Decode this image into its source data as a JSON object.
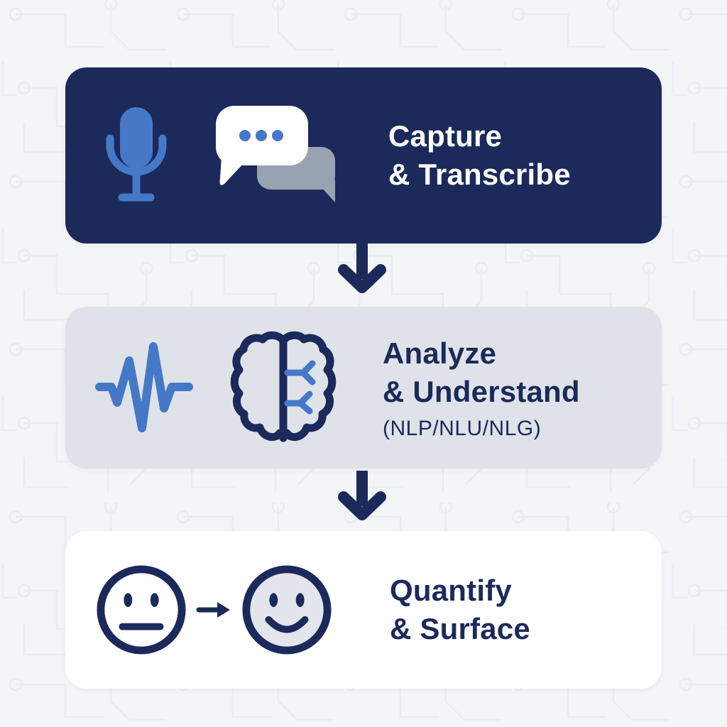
{
  "colors": {
    "navy": "#1b2a5a",
    "blue": "#4678c8",
    "white": "#ffffff",
    "card2_bg": "#dfe2e8",
    "gray_bubble": "#99a2b0",
    "face_fill": "#e2e5eb",
    "page_bg": "#f4f5f7",
    "circuit_line": "#e7eaef"
  },
  "steps": [
    {
      "title_line1": "Capture",
      "title_line2": "& Transcribe",
      "subtitle": "",
      "icons": [
        "microphone-icon",
        "chat-bubbles-icon"
      ]
    },
    {
      "title_line1": "Analyze",
      "title_line2": "& Understand",
      "subtitle": "(NLP/NLU/NLG)",
      "icons": [
        "waveform-icon",
        "brain-icon"
      ]
    },
    {
      "title_line1": "Quantify",
      "title_line2": "& Surface",
      "subtitle": "",
      "icons": [
        "neutral-face-icon",
        "arrow-right-icon",
        "happy-face-icon"
      ]
    }
  ],
  "connectors": [
    {
      "name": "arrow-down"
    },
    {
      "name": "arrow-down"
    }
  ]
}
